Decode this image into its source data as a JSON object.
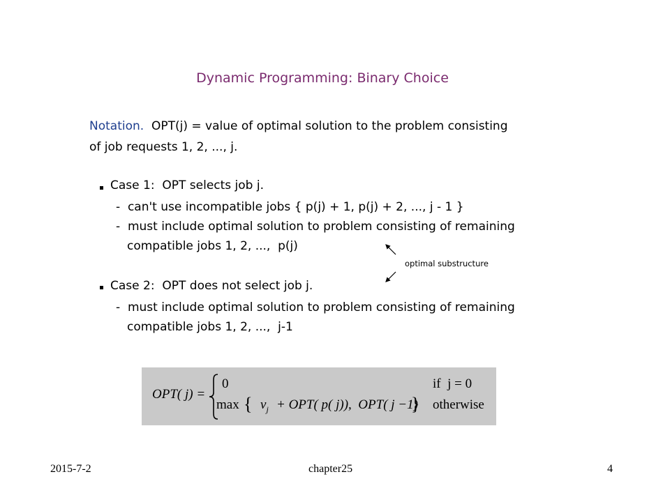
{
  "slide": {
    "title": "Dynamic Programming:  Binary Choice",
    "notation_label": "Notation.",
    "notation_text": "  OPT(j) = value of optimal solution to the problem consisting",
    "notation_text_2": "of job requests 1, 2, ..., j.",
    "case1": {
      "heading": "Case 1:  OPT selects job j.",
      "items": [
        "-  can't use incompatible jobs { p(j) + 1, p(j) + 2, ..., j - 1 }",
        "-  must include optimal solution to problem consisting of remaining",
        "compatible jobs 1, 2, ...,  p(j)"
      ]
    },
    "case2": {
      "heading": "Case 2:  OPT does not select job j.",
      "items": [
        "-  must include optimal solution to problem consisting of remaining",
        "compatible jobs 1, 2, ...,  j-1"
      ]
    },
    "annotation": "optimal substructure",
    "formula": {
      "lhs": "OPT( j) =",
      "case0_value": "0",
      "case0_cond": "if  j = 0",
      "case1_max": "max",
      "case1_v": "v",
      "case1_sub": "j",
      "case1_rest": "+ OPT( p( j)),  OPT( j −1)",
      "case1_cond": "otherwise"
    }
  },
  "footer": {
    "date": "2015-7-2",
    "center": "chapter25",
    "page": "4"
  }
}
